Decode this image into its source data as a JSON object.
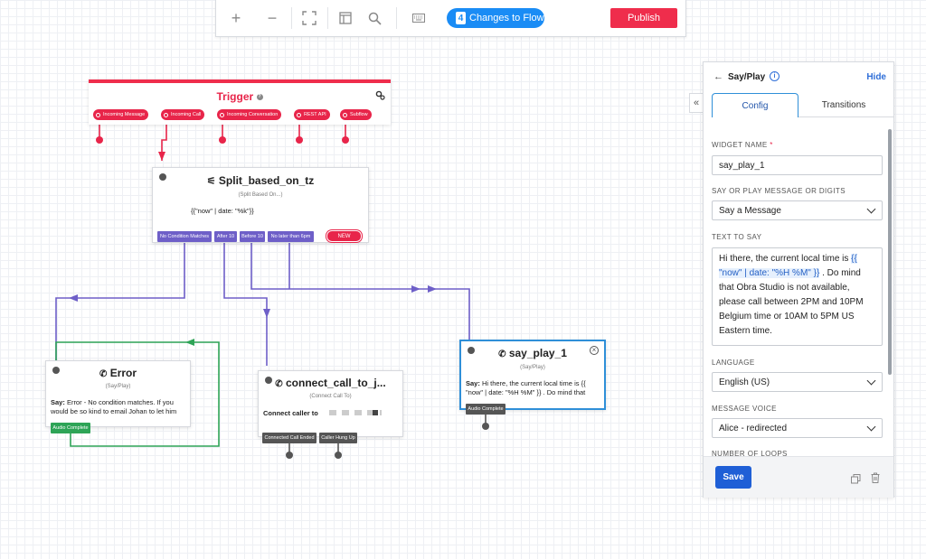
{
  "toolbar": {
    "changes_count": "4",
    "changes_label": "Changes to Flow",
    "publish_label": "Publish",
    "icons": [
      "zoom-in-icon",
      "zoom-out-icon",
      "fit-screen-icon",
      "layout-icon",
      "search-icon",
      "keyboard-icon"
    ]
  },
  "trigger": {
    "title": "Trigger",
    "pills": [
      "Incoming Message",
      "Incoming Call",
      "Incoming Conversation",
      "REST API",
      "Subflow"
    ]
  },
  "split": {
    "title": "Split_based_on_tz",
    "subtitle": "(Split Based On...)",
    "body": "{{\"now\" | date: \"%k\"}}",
    "transitions": [
      "No Condition Matches",
      "After 10",
      "Before 10",
      "No later than 6pm"
    ],
    "new_label": "NEW"
  },
  "error": {
    "title": "Error",
    "subtitle": "(Say/Play)",
    "say_label": "Say:",
    "body": "Error - No condition matches. If you would be so kind to email Johan to let him",
    "transition": "Audio Complete"
  },
  "connect": {
    "title": "connect_call_to_j...",
    "subtitle": "(Connect Call To)",
    "body": "Connect caller to",
    "transitions": [
      "Connected Call Ended",
      "Caller Hung Up"
    ]
  },
  "sayplay": {
    "title": "say_play_1",
    "subtitle": "(Say/Play)",
    "say_label": "Say:",
    "body": "Hi there, the current local time is {{ \"now\" | date: \"%H %M\" }} . Do mind that",
    "transition": "Audio Complete"
  },
  "panel": {
    "title": "Say/Play",
    "hide_label": "Hide",
    "tabs": [
      "Config",
      "Transitions"
    ],
    "active_tab": "Config",
    "widget_name_label": "WIDGET NAME",
    "required_mark": "*",
    "widget_name_value": "say_play_1",
    "say_or_play_label": "SAY OR PLAY MESSAGE OR DIGITS",
    "say_or_play_value": "Say a Message",
    "text_to_say_label": "TEXT TO SAY",
    "text_part1": "Hi there, the current local time is ",
    "text_liquid": "{{ \"now\" | date: \"%H %M\" }}",
    "text_part2": " . Do mind that Obra Studio is not available, please call between 2PM and 10PM Belgium time or 10AM to 5PM US Eastern time.",
    "language_label": "LANGUAGE",
    "language_value": "English (US)",
    "voice_label": "MESSAGE VOICE",
    "voice_value": "Alice - redirected",
    "loops_label": "NUMBER OF LOOPS",
    "save_label": "Save"
  },
  "colors": {
    "accent_blue": "#1a8cf5",
    "brand_red": "#ef2d4c",
    "transition_purple": "#6e5fc8",
    "success_green": "#2ea457"
  }
}
